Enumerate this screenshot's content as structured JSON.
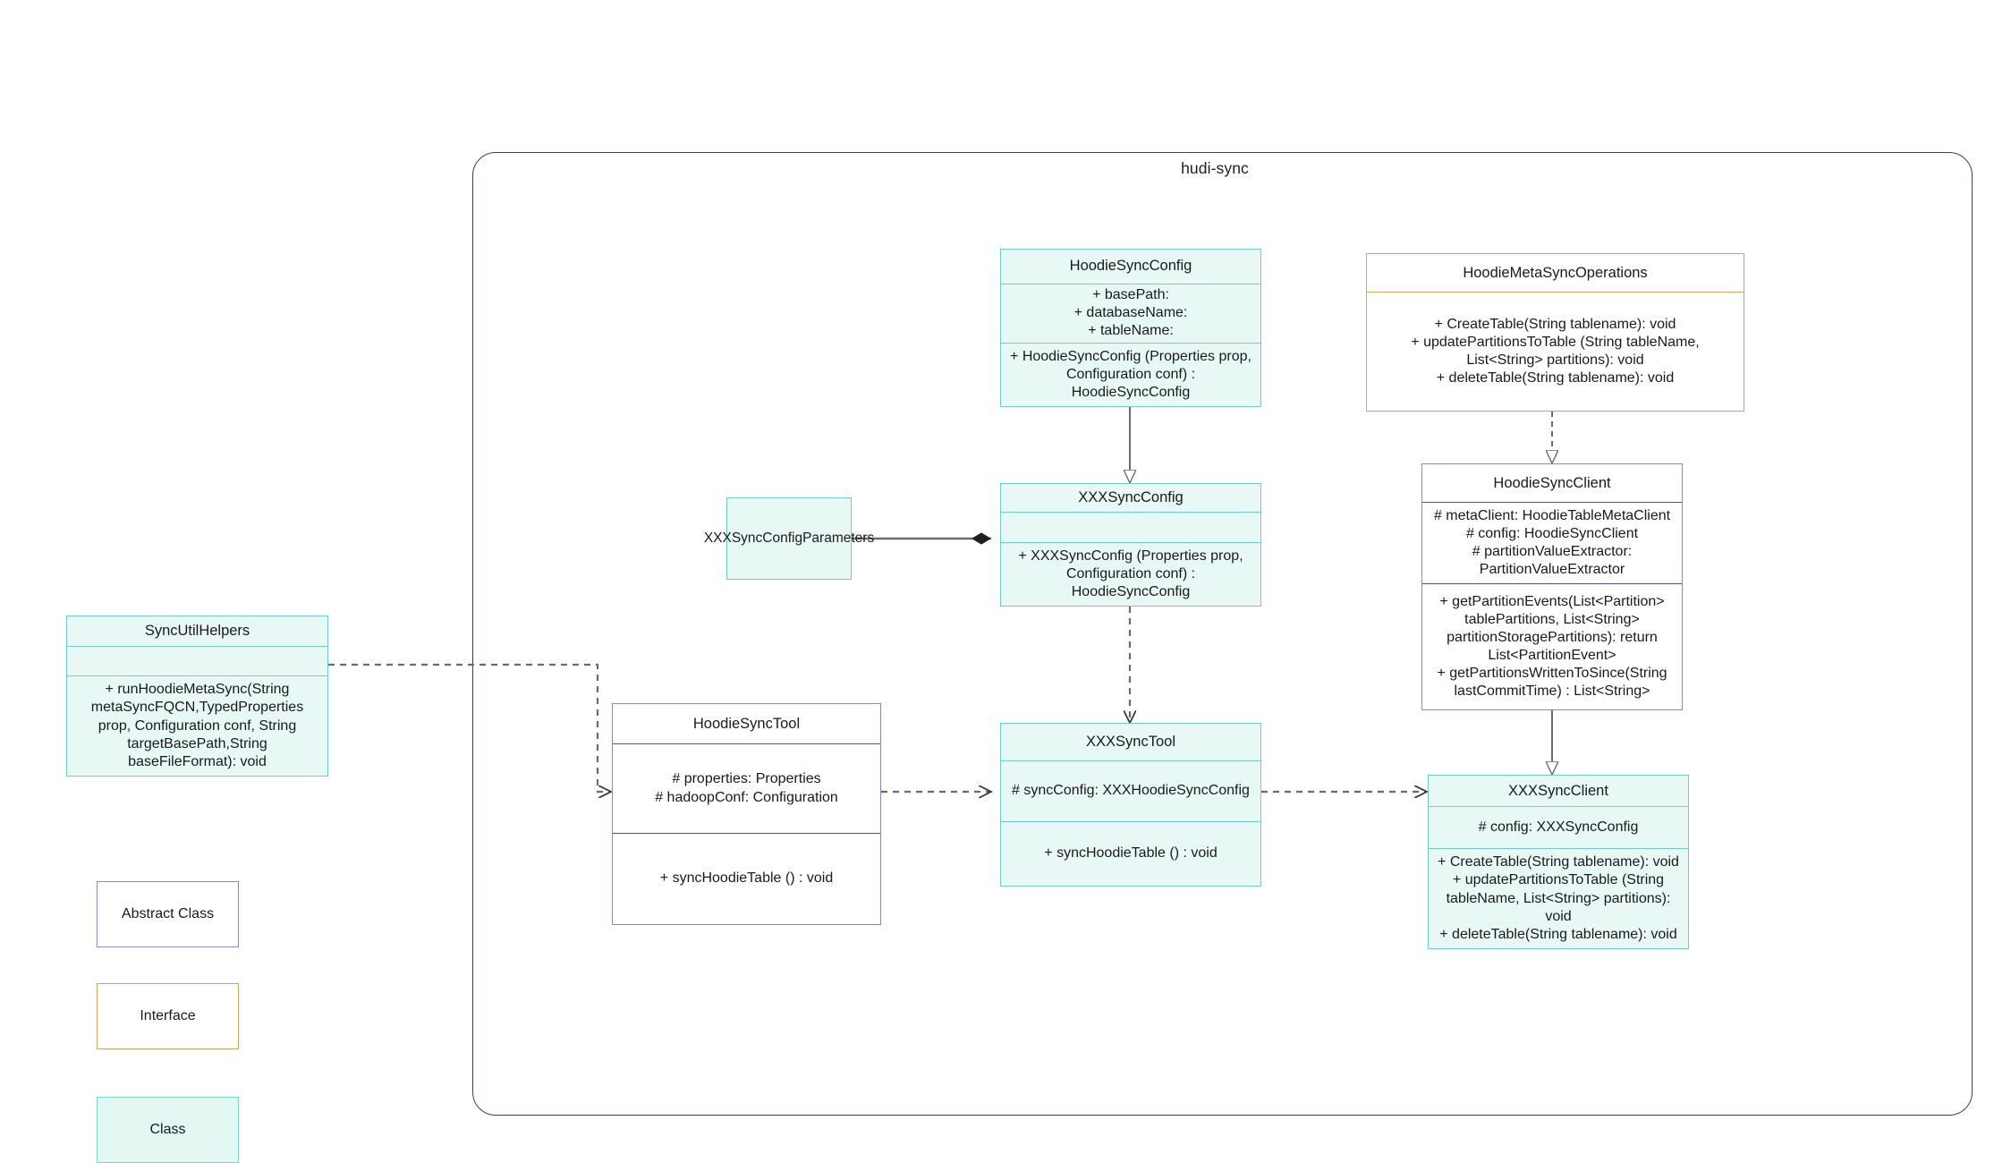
{
  "package": {
    "title": "hudi-sync"
  },
  "nodes": {
    "hoodie_sync_config": {
      "name": "HoodieSyncConfig",
      "attributes": "+    basePath:\n+   databaseName:\n+    tableName:",
      "operations": "+   HoodieSyncConfig (Properties prop, Configuration conf) : HoodieSyncConfig",
      "stereotype": "class"
    },
    "hoodie_meta_sync_operations": {
      "name": "HoodieMetaSyncOperations",
      "operations": "+    CreateTable(String tablename): void\n+   updatePartitionsToTable (String tableName, List<String> partitions): void\n+    deleteTable(String tablename): void",
      "stereotype": "interface"
    },
    "hoodie_sync_client": {
      "name": "HoodieSyncClient",
      "attributes": "#   metaClient: HoodieTableMetaClient\n#   config: HoodieSyncClient\n#    partitionValueExtractor: PartitionValueExtractor",
      "operations": "+   getPartitionEvents(List<Partition> tablePartitions, List<String> partitionStoragePartitions): return List<PartitionEvent>\n+   getPartitionsWrittenToSince(String lastCommitTime) : List<String>",
      "stereotype": "abstract"
    },
    "xxx_sync_config": {
      "name": "XXXSyncConfig",
      "attributes": "",
      "operations": "+   XXXSyncConfig (Properties prop, Configuration conf) : HoodieSyncConfig",
      "stereotype": "class"
    },
    "xxx_sync_config_parameters": {
      "name": "XXXSyncConfigParameters",
      "stereotype": "class"
    },
    "sync_util_helpers": {
      "name": "SyncUtilHelpers",
      "attributes": "",
      "operations": "+     runHoodieMetaSync(String metaSyncFQCN,TypedProperties prop, Configuration conf, String targetBasePath,String baseFileFormat): void",
      "stereotype": "class"
    },
    "hoodie_sync_tool": {
      "name": "HoodieSyncTool",
      "attributes": "#   properties: Properties\n#   hadoopConf: Configuration",
      "operations": "+   syncHoodieTable () : void",
      "stereotype": "abstract"
    },
    "xxx_sync_tool": {
      "name": "XXXSyncTool",
      "attributes": "#   syncConfig: XXXHoodieSyncConfig",
      "operations": "+   syncHoodieTable () : void",
      "stereotype": "class"
    },
    "xxx_sync_client": {
      "name": "XXXSyncClient",
      "attributes": "#    config: XXXSyncConfig",
      "operations": "+    CreateTable(String tablename): void\n+    updatePartitionsToTable (String tableName, List<String> partitions): void\n+   deleteTable(String tablename): void",
      "stereotype": "class"
    }
  },
  "legend": [
    {
      "label": "Abstract Class",
      "kind": "abstract"
    },
    {
      "label": "Interface",
      "kind": "interface"
    },
    {
      "label": "Class",
      "kind": "class"
    }
  ],
  "colors": {
    "class_fill": "#e8f8f4",
    "class_border": "#6fcfc4",
    "abstract_border": "#8090c0",
    "interface_border": "#d3a55e",
    "package_border": "#3b3f56",
    "edge": "#6b6b6b"
  },
  "edges": [
    {
      "name": "generalization-hoodiesyncconfig-to-xxxsyncconfig",
      "kind": "generalization"
    },
    {
      "name": "realization-metasyncoperations-to-hoodiesyncclient",
      "kind": "realization"
    },
    {
      "name": "generalization-hoodiesyncclient-to-xxxsyncclient",
      "kind": "generalization"
    },
    {
      "name": "dependency-xxxsyncconfig-to-xxxsynctool",
      "kind": "dependency"
    },
    {
      "name": "composition-xxxsyncconfigparameters-to-xxxsyncconfig",
      "kind": "composition"
    },
    {
      "name": "dependency-syncutilhelpers-to-hoodiesynctool",
      "kind": "dependency"
    },
    {
      "name": "dependency-hoodiesynctool-to-xxxsynctool",
      "kind": "dependency"
    },
    {
      "name": "dependency-xxxsynctool-to-xxxsyncclient",
      "kind": "dependency"
    }
  ]
}
